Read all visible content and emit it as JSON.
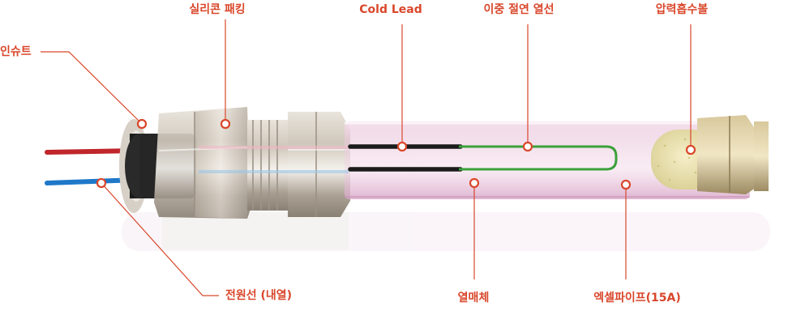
{
  "labels": {
    "insert": "인슈트",
    "silicone_packing": "실리콘 패킹",
    "cold_lead": "Cold Lead",
    "double_insulated_wire": "이중 절연 열선",
    "pressure_ball": "압력흡수볼",
    "power_wire": "전원선 (내열)",
    "heating_element": "열매체",
    "x_cell_pipe": "엑셀파이프(15A)"
  },
  "colors": {
    "accent": "#d9472b",
    "red_wire": "#c0262b",
    "blue_wire": "#1f78c8",
    "green_wire": "#3aa13a",
    "pipe_tint": "#e9c7dc",
    "metal": "#cfc7bb"
  }
}
